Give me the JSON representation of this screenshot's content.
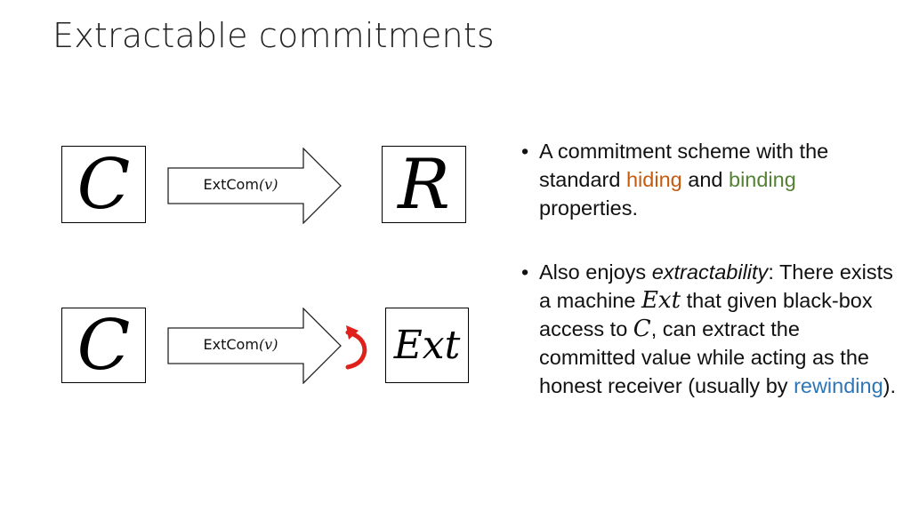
{
  "slide": {
    "title": "Extractable commitments"
  },
  "diagram": {
    "row1": {
      "left_box": "C",
      "arrow_label_prefix": "ExtCom",
      "arrow_label_arg": "(v)",
      "right_box": "R"
    },
    "row2": {
      "left_box": "C",
      "arrow_label_prefix": "ExtCom",
      "arrow_label_arg": "(v)",
      "right_box": "Ext",
      "rewind_icon": "curved-arrow-icon",
      "rewind_color": "#e0201b"
    }
  },
  "bullets": {
    "b1": {
      "marker": "•",
      "t1": "A commitment scheme with the standard ",
      "hiding": "hiding",
      "t2": " and ",
      "binding": "binding",
      "t3": " properties."
    },
    "b2": {
      "marker": "•",
      "t1": "Also enjoys ",
      "extractability": "extractability",
      "t2": ": There exists a machine ",
      "ext": "Ext",
      "t3": " that given black-box access to ",
      "c": "C",
      "t4": ", can extract the committed value while acting as the honest receiver (usually by ",
      "rewinding": "rewinding",
      "t5": ")."
    }
  },
  "colors": {
    "hiding": "#c55a11",
    "binding": "#548235",
    "rewinding": "#2e75b6"
  }
}
